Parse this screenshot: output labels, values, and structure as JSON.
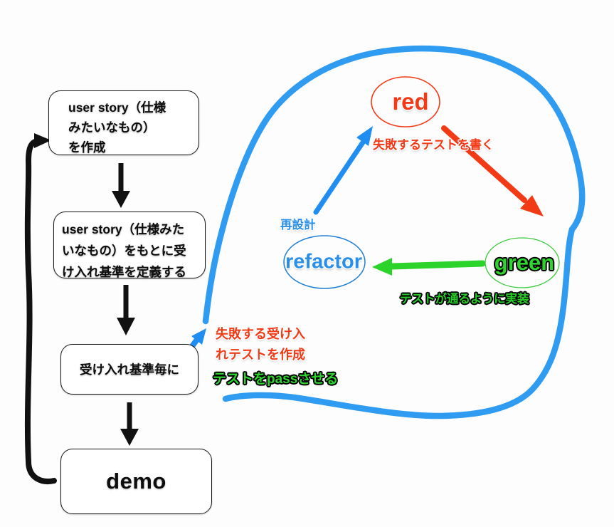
{
  "flow": {
    "box1": {
      "lines": [
        "user story（仕様",
        "みたいなもの）",
        "を作成"
      ]
    },
    "box2": {
      "lines": [
        "user story（仕様みた",
        "いなもの）をもとに受",
        "け入れ基準を定義する"
      ]
    },
    "box3": {
      "label": "受け入れ基準毎に"
    },
    "demo": {
      "label": "demo"
    }
  },
  "cycle": {
    "red": {
      "label": "red"
    },
    "green": {
      "label": "green"
    },
    "refactor": {
      "label": "refactor"
    },
    "edge_red_to_green": "失敗するテストを書く",
    "edge_green_to_refactor": "テストが通るように実装",
    "edge_refactor_to_red": "再設計"
  },
  "annotations": {
    "acceptance_fail_line1": "失敗する受け入",
    "acceptance_fail_line2": "れテストを作成",
    "pass_test": "テストをpassさせる"
  },
  "colors": {
    "red": "#f23a17",
    "green": "#2ed52e",
    "blue_stroke": "#2f9cf2",
    "blue_arrow": "#1f8ef0",
    "blue_text": "#2a8fe8",
    "black": "#111111"
  }
}
